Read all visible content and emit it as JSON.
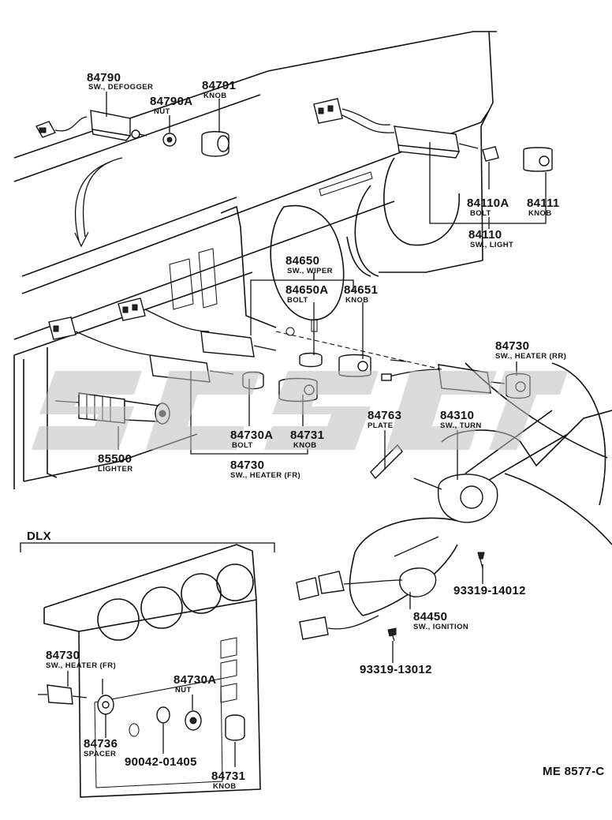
{
  "diagram_code": "ME 8577-C",
  "group_label": "DLX",
  "parts": [
    {
      "id": "p84790",
      "number": "84790",
      "description": "SW., DEFOGGER"
    },
    {
      "id": "p84790a",
      "number": "84790A",
      "description": "NUT"
    },
    {
      "id": "p84791",
      "number": "84791",
      "description": "KNOB"
    },
    {
      "id": "p84110a",
      "number": "84110A",
      "description": "BOLT"
    },
    {
      "id": "p84111",
      "number": "84111",
      "description": "KNOB"
    },
    {
      "id": "p84110",
      "number": "84110",
      "description": "SW., LIGHT"
    },
    {
      "id": "p84650",
      "number": "84650",
      "description": "SW., WIPER"
    },
    {
      "id": "p84650a",
      "number": "84650A",
      "description": "BOLT"
    },
    {
      "id": "p84651",
      "number": "84651",
      "description": "KNOB"
    },
    {
      "id": "p84730rr",
      "number": "84730",
      "description": "SW., HEATER (RR)"
    },
    {
      "id": "p84763",
      "number": "84763",
      "description": "PLATE"
    },
    {
      "id": "p84310",
      "number": "84310",
      "description": "SW., TURN"
    },
    {
      "id": "p84730a",
      "number": "84730A",
      "description": "BOLT"
    },
    {
      "id": "p84731",
      "number": "84731",
      "description": "KNOB"
    },
    {
      "id": "p85500",
      "number": "85500",
      "description": "LIGHTER"
    },
    {
      "id": "p84730fr",
      "number": "84730",
      "description": "SW., HEATER (FR)"
    },
    {
      "id": "p93319a",
      "number": "93319-14012",
      "description": ""
    },
    {
      "id": "p84450",
      "number": "84450",
      "description": "SW., IGNITION"
    },
    {
      "id": "p93319b",
      "number": "93319-13012",
      "description": ""
    },
    {
      "id": "d84730",
      "number": "84730",
      "description": "SW., HEATER (FR)"
    },
    {
      "id": "d84730a",
      "number": "84730A",
      "description": "NUT"
    },
    {
      "id": "d84736",
      "number": "84736",
      "description": "SPACER"
    },
    {
      "id": "d90042",
      "number": "90042-01405",
      "description": ""
    },
    {
      "id": "d84731",
      "number": "84731",
      "description": "KNOB"
    }
  ]
}
